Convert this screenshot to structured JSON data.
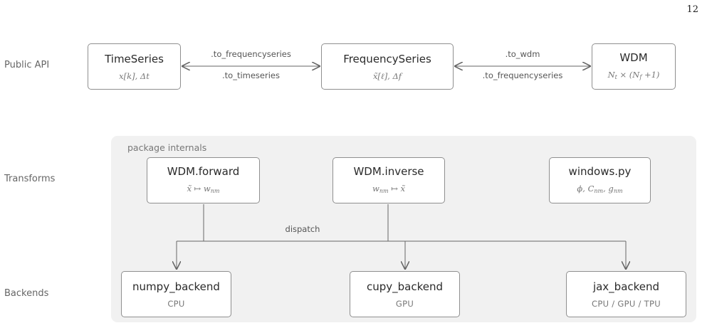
{
  "page_number": "12",
  "rows": {
    "public_api": "Public API",
    "transforms": "Transforms",
    "backends": "Backends"
  },
  "region": {
    "label": "package internals"
  },
  "nodes": {
    "timeseries": {
      "title": "TimeSeries"
    },
    "frequencyseries": {
      "title": "FrequencySeries"
    },
    "wdm": {
      "title": "WDM"
    },
    "forward": {
      "title": "WDM.forward"
    },
    "inverse": {
      "title": "WDM.inverse"
    },
    "windows": {
      "title": "windows.py"
    },
    "numpy": {
      "title": "numpy_backend",
      "sub": "CPU"
    },
    "cupy": {
      "title": "cupy_backend",
      "sub": "GPU"
    },
    "jax": {
      "title": "jax_backend",
      "sub": "CPU / GPU / TPU"
    }
  },
  "edges": {
    "ts_fs_top": ".to_frequencyseries",
    "ts_fs_bottom": ".to_timeseries",
    "fs_wdm_top": ".to_wdm",
    "fs_wdm_bottom": ".to_frequencyseries",
    "dispatch": "dispatch"
  },
  "colors": {
    "region_fill": "#f1f1f1",
    "box_border": "#8f8f8f",
    "line": "#666666"
  }
}
